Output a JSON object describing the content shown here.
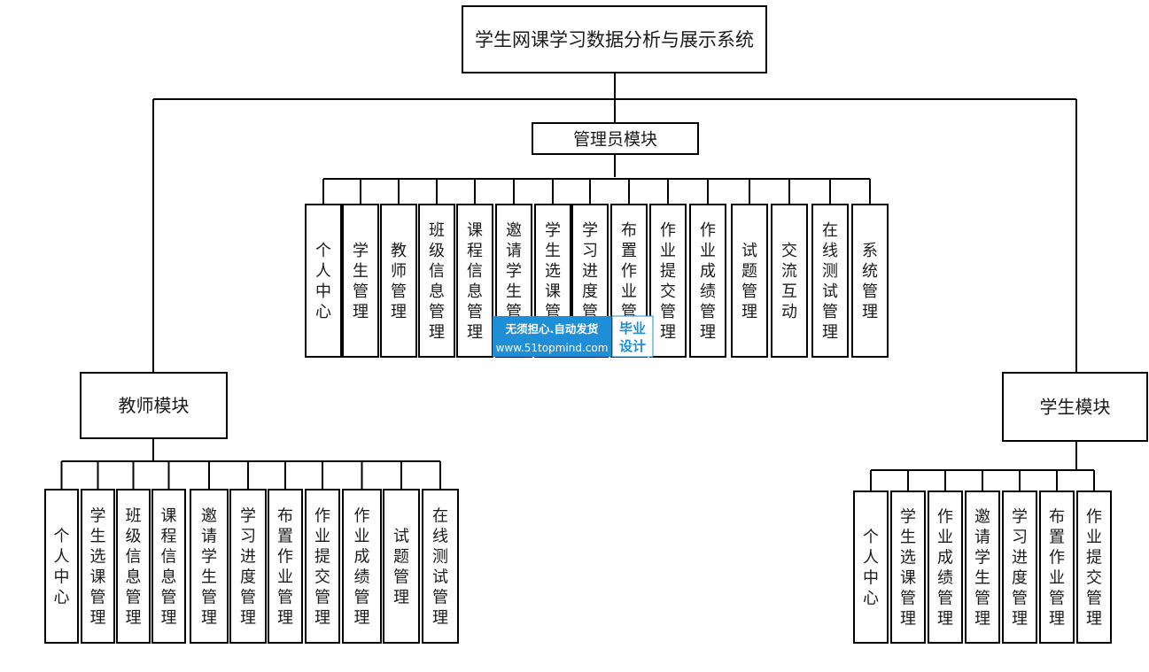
{
  "root": {
    "label": "学生网课学习数据分析与展示系统"
  },
  "admin": {
    "label": "管理员模块",
    "items": [
      "个人中心",
      "学生管理",
      "教师管理",
      "班级信息管理",
      "课程信息管理",
      "邀请学生管理",
      "学生选课管理",
      "学习进度管理",
      "布置作业管理",
      "作业提交管理",
      "作业成绩管理",
      "试题管理",
      "交流互动",
      "在线测试管理",
      "系统管理"
    ]
  },
  "teacher": {
    "label": "教师模块",
    "items": [
      "个人中心",
      "学生选课管理",
      "班级信息管理",
      "课程信息管理",
      "邀请学生管理",
      "学习进度管理",
      "布置作业管理",
      "作业提交管理",
      "作业成绩管理",
      "试题管理",
      "在线测试管理"
    ]
  },
  "student": {
    "label": "学生模块",
    "items": [
      "个人中心",
      "学生选课管理",
      "作业成绩管理",
      "邀请学生管理",
      "学习进度管理",
      "布置作业管理",
      "作业提交管理"
    ]
  },
  "watermark": {
    "slogan": "无须担心.自动发货",
    "url": "www.51topmind.com",
    "badge_line1": "毕业",
    "badge_line2": "设计"
  },
  "colors": {
    "line": "#000000",
    "watermark_blue": "#1e8fd6",
    "badge_bg": "#ffffff"
  }
}
